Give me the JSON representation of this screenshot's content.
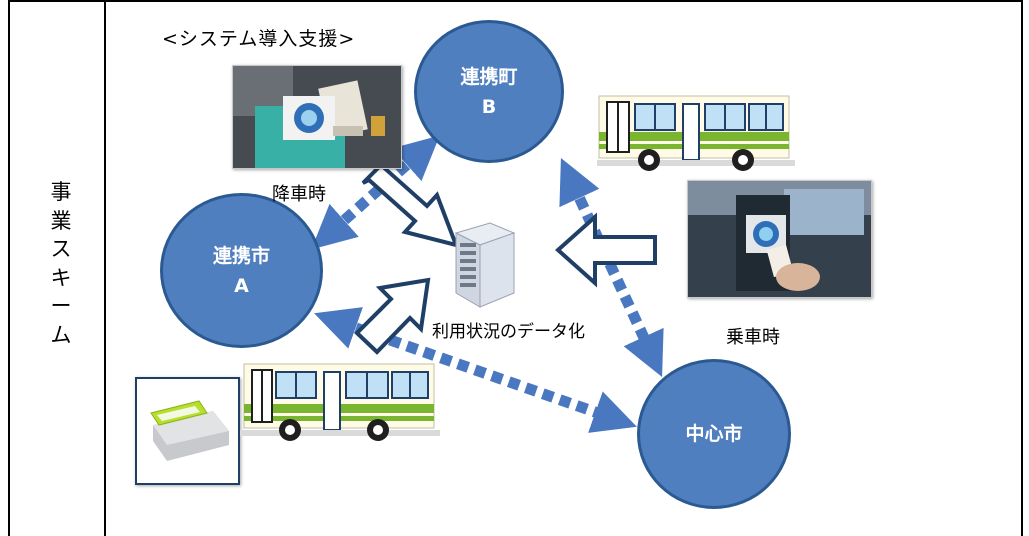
{
  "side_label": [
    "事",
    "業",
    "ス",
    "キ",
    "ー",
    "ム"
  ],
  "heading": "<システム導入支援>",
  "nodes": {
    "city_a": [
      "連携市",
      "A"
    ],
    "town_b": [
      "連携町",
      "B"
    ],
    "center": [
      "中心市"
    ]
  },
  "labels": {
    "alighting": "降車時",
    "boarding": "乗車時",
    "data_server": "利用状況のデータ化"
  },
  "colors": {
    "node_fill": "#4f7fbf",
    "node_stroke": "#2b5a92",
    "dotted_link": "#4a78c0",
    "data_arrow": "#1f3f66",
    "bus_green": "#79b52f",
    "bus_body": "#fffbe6"
  }
}
